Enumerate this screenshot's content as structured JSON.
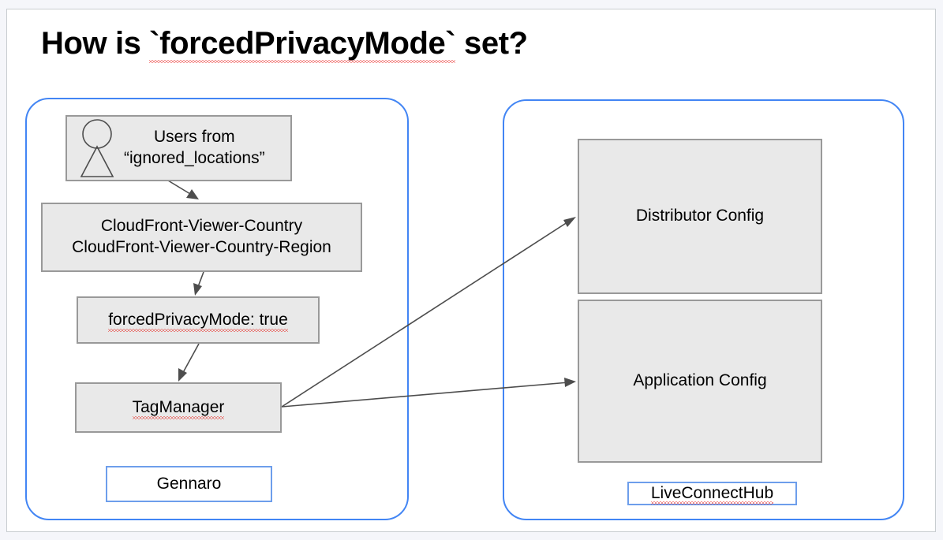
{
  "page": {
    "title_prefix": "How is ",
    "title_code": "`forcedPrivacyMode`",
    "title_suffix": " set?",
    "background_color": "#f5f6fa",
    "canvas_color": "#ffffff",
    "accent_color": "#4285f4",
    "node_fill": "#e9e9e9",
    "node_border": "#999999",
    "spellcheck_underline_color": "#e8211c"
  },
  "groups": [
    {
      "id": "gennaro",
      "label": "Gennaro"
    },
    {
      "id": "liveconnecthub",
      "label": "LiveConnectHub"
    }
  ],
  "nodes": {
    "users": {
      "line1": "Users from",
      "line2": "“ignored_locations”",
      "icon": "actor-person-icon"
    },
    "headers": {
      "line1": "CloudFront-Viewer-Country",
      "line2": "CloudFront-Viewer-Country-Region"
    },
    "flag": {
      "label": "forcedPrivacyMode: true"
    },
    "tagmanager": {
      "label": "TagManager"
    },
    "distributor_config": {
      "label": "Distributor Config"
    },
    "application_config": {
      "label": "Application Config"
    }
  },
  "edges": [
    {
      "from": "users",
      "to": "headers"
    },
    {
      "from": "headers",
      "to": "flag"
    },
    {
      "from": "flag",
      "to": "tagmanager"
    },
    {
      "from": "tagmanager",
      "to": "distributor_config"
    },
    {
      "from": "tagmanager",
      "to": "application_config"
    }
  ]
}
